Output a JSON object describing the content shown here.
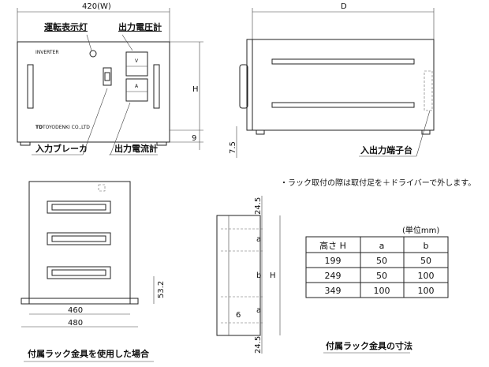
{
  "front_view": {
    "width_dim": "420(W)",
    "panel_label": "INVERTER",
    "maker_logo": "TD",
    "maker_name": "TOYODENKI CO.,LTD",
    "callouts": {
      "run_lamp": "運転表示灯",
      "output_voltmeter": "出力電圧計",
      "input_breaker": "入力ブレーカ",
      "output_ammeter": "出力電流計"
    },
    "meter_v": "V",
    "meter_a": "A",
    "height_dim": "H",
    "foot_dim": "9"
  },
  "side_view": {
    "depth_dim": "D",
    "foot_dim": "7.5",
    "terminal_label": "入出力端子台"
  },
  "note": "・ラック取付の際は取付足を＋ドライバーで外します。",
  "rack_view": {
    "dim_inner": "460",
    "dim_outer": "480",
    "dim_height": "53.2",
    "title": "付属ラック金具を使用した場合"
  },
  "bracket_view": {
    "top_margin": "24.5",
    "bottom_margin": "24.5",
    "a_label": "a",
    "b_label": "b",
    "hole_dim": "6",
    "height_dim": "H",
    "title": "付属ラック金具の寸法"
  },
  "dimension_table": {
    "unit": "(単位mm)",
    "headers": [
      "高さ H",
      "a",
      "b"
    ],
    "rows": [
      [
        "199",
        "50",
        "50"
      ],
      [
        "249",
        "50",
        "100"
      ],
      [
        "349",
        "100",
        "100"
      ]
    ]
  }
}
